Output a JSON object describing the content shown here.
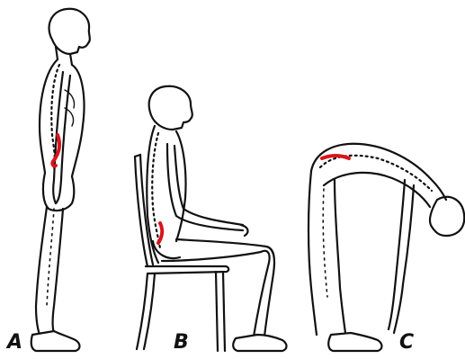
{
  "figures": [
    {
      "id": "a",
      "label": "A",
      "posture": "standing"
    },
    {
      "id": "b",
      "label": "B",
      "posture": "sitting"
    },
    {
      "id": "c",
      "label": "C",
      "posture": "forward-bending"
    }
  ],
  "colors": {
    "ink": "#111111",
    "highlight": "#d8141c",
    "background": "#ffffff"
  }
}
